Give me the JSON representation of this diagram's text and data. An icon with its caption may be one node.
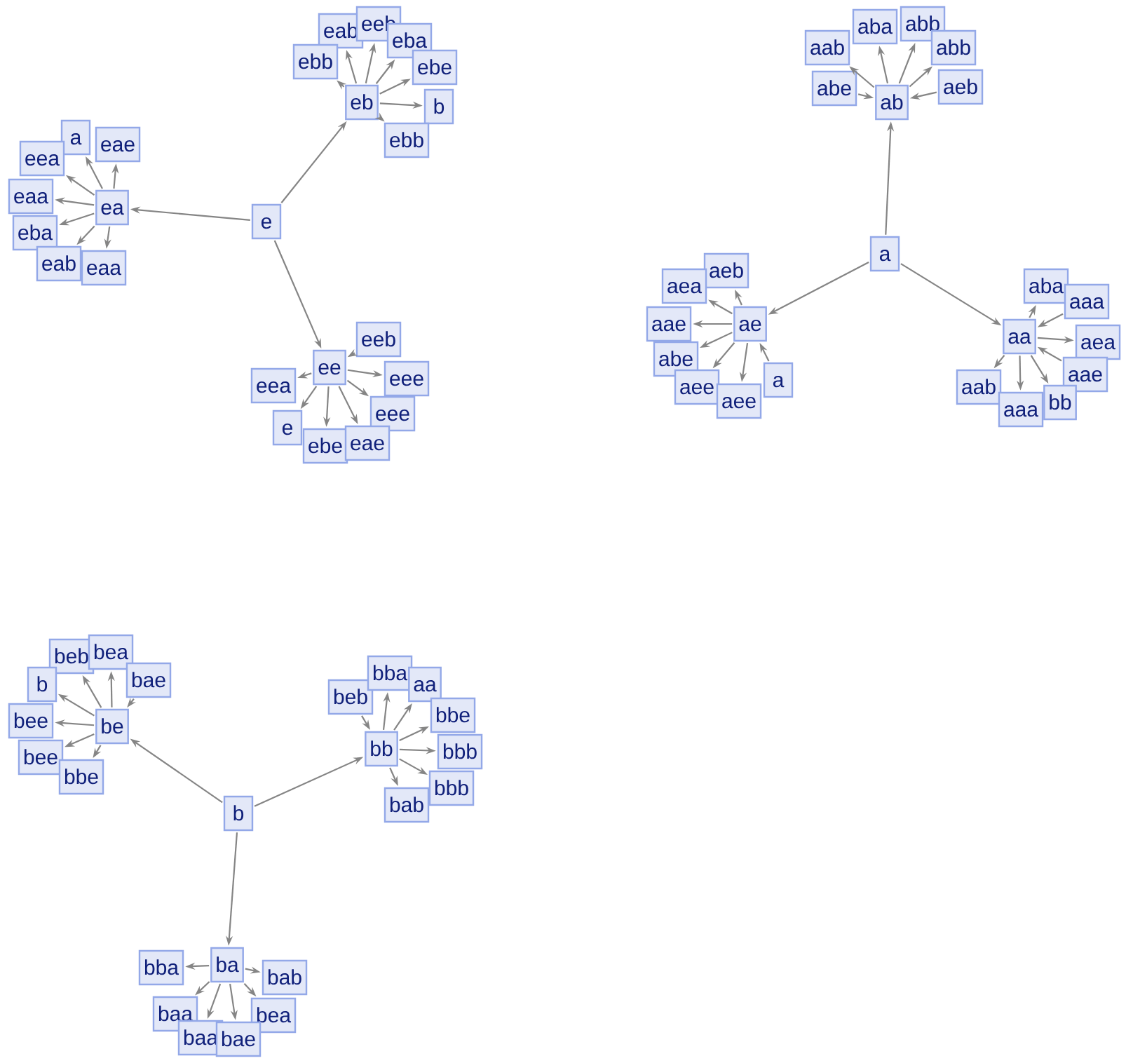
{
  "diagram": {
    "nodes": [
      {
        "text": [
          "e"
        ]
      },
      {
        "text": [
          "ea"
        ]
      },
      {
        "text": [
          "eb"
        ]
      },
      {
        "text": [
          "ee"
        ]
      },
      {
        "text": [
          "a"
        ]
      },
      {
        "text": [
          "eae"
        ]
      },
      {
        "text": [
          "eea"
        ]
      },
      {
        "text": [
          "eaa"
        ]
      },
      {
        "text": [
          "eba"
        ]
      },
      {
        "text": [
          "eab"
        ]
      },
      {
        "text": [
          "eaa"
        ]
      },
      {
        "text": [
          "eab"
        ]
      },
      {
        "text": [
          "eeb"
        ]
      },
      {
        "text": [
          "eba"
        ]
      },
      {
        "text": [
          "ebb"
        ]
      },
      {
        "text": [
          "ebe"
        ]
      },
      {
        "text": [
          "b"
        ]
      },
      {
        "text": [
          "ebb"
        ]
      },
      {
        "text": [
          "eeb"
        ]
      },
      {
        "text": [
          "eea"
        ]
      },
      {
        "text": [
          "eee"
        ]
      },
      {
        "text": [
          "eee"
        ]
      },
      {
        "text": [
          "e"
        ]
      },
      {
        "text": [
          "ebe"
        ]
      },
      {
        "text": [
          "eae"
        ]
      },
      {
        "text": [
          "a"
        ]
      },
      {
        "text": [
          "ab"
        ]
      },
      {
        "text": [
          "ae"
        ]
      },
      {
        "text": [
          "aa"
        ]
      },
      {
        "text": [
          "aba"
        ]
      },
      {
        "text": [
          "abb"
        ]
      },
      {
        "text": [
          "aab"
        ]
      },
      {
        "text": [
          "abb"
        ]
      },
      {
        "text": [
          "abe"
        ]
      },
      {
        "text": [
          "aeb"
        ]
      },
      {
        "text": [
          "aeb"
        ]
      },
      {
        "text": [
          "aea"
        ]
      },
      {
        "text": [
          "aae"
        ]
      },
      {
        "text": [
          "abe"
        ]
      },
      {
        "text": [
          "aee"
        ]
      },
      {
        "text": [
          "aee"
        ]
      },
      {
        "text": [
          "a"
        ]
      },
      {
        "text": [
          "aba"
        ]
      },
      {
        "text": [
          "aaa"
        ]
      },
      {
        "text": [
          "aea"
        ]
      },
      {
        "text": [
          "aae"
        ]
      },
      {
        "text": [
          "aab"
        ]
      },
      {
        "text": [
          "aaa"
        ]
      },
      {
        "text": [
          "bb"
        ]
      },
      {
        "text": [
          "b"
        ]
      },
      {
        "text": [
          "be"
        ]
      },
      {
        "text": [
          "bb"
        ]
      },
      {
        "text": [
          "ba"
        ]
      },
      {
        "text": [
          "beb"
        ]
      },
      {
        "text": [
          "bea"
        ]
      },
      {
        "text": [
          "b"
        ]
      },
      {
        "text": [
          "bae"
        ]
      },
      {
        "text": [
          "bee"
        ]
      },
      {
        "text": [
          "bee"
        ]
      },
      {
        "text": [
          "bbe"
        ]
      },
      {
        "text": [
          "beb"
        ]
      },
      {
        "text": [
          "bba"
        ]
      },
      {
        "text": [
          "aa"
        ]
      },
      {
        "text": [
          "bbe"
        ]
      },
      {
        "text": [
          "bbb"
        ]
      },
      {
        "text": [
          "bbb"
        ]
      },
      {
        "text": [
          "bab"
        ]
      },
      {
        "text": [
          "bba"
        ]
      },
      {
        "text": [
          "bab"
        ]
      },
      {
        "text": [
          "baa"
        ]
      },
      {
        "text": [
          "bea"
        ]
      },
      {
        "text": [
          "baa"
        ]
      },
      {
        "text": [
          "bae"
        ]
      }
    ],
    "edges": [
      {
        "from": 0,
        "to": 1,
        "arrow": "to"
      },
      {
        "from": 0,
        "to": 2,
        "arrow": "to"
      },
      {
        "from": 0,
        "to": 3,
        "arrow": "to"
      },
      {
        "from": 1,
        "to": 4,
        "arrow": "to"
      },
      {
        "from": 1,
        "to": 5,
        "arrow": "to"
      },
      {
        "from": 1,
        "to": 6,
        "arrow": "to"
      },
      {
        "from": 1,
        "to": 7,
        "arrow": "to"
      },
      {
        "from": 1,
        "to": 8,
        "arrow": "to"
      },
      {
        "from": 1,
        "to": 9,
        "arrow": "to"
      },
      {
        "from": 1,
        "to": 10,
        "arrow": "to"
      },
      {
        "from": 2,
        "to": 11,
        "arrow": "to"
      },
      {
        "from": 2,
        "to": 12,
        "arrow": "to"
      },
      {
        "from": 2,
        "to": 13,
        "arrow": "to"
      },
      {
        "from": 2,
        "to": 14,
        "arrow": "to"
      },
      {
        "from": 2,
        "to": 15,
        "arrow": "to"
      },
      {
        "from": 2,
        "to": 16,
        "arrow": "to"
      },
      {
        "from": 2,
        "to": 17,
        "arrow": "to"
      },
      {
        "from": 18,
        "to": 3,
        "arrow": "to"
      },
      {
        "from": 3,
        "to": 19,
        "arrow": "to"
      },
      {
        "from": 3,
        "to": 20,
        "arrow": "to"
      },
      {
        "from": 3,
        "to": 21,
        "arrow": "to"
      },
      {
        "from": 3,
        "to": 22,
        "arrow": "to"
      },
      {
        "from": 3,
        "to": 23,
        "arrow": "to"
      },
      {
        "from": 3,
        "to": 24,
        "arrow": "to"
      },
      {
        "from": 25,
        "to": 26,
        "arrow": "to"
      },
      {
        "from": 25,
        "to": 27,
        "arrow": "to"
      },
      {
        "from": 25,
        "to": 28,
        "arrow": "to"
      },
      {
        "from": 26,
        "to": 29,
        "arrow": "to"
      },
      {
        "from": 26,
        "to": 30,
        "arrow": "to"
      },
      {
        "from": 26,
        "to": 31,
        "arrow": "to"
      },
      {
        "from": 26,
        "to": 32,
        "arrow": "to"
      },
      {
        "from": 33,
        "to": 26,
        "arrow": "to"
      },
      {
        "from": 34,
        "to": 26,
        "arrow": "to"
      },
      {
        "from": 27,
        "to": 35,
        "arrow": "to"
      },
      {
        "from": 27,
        "to": 36,
        "arrow": "to"
      },
      {
        "from": 27,
        "to": 37,
        "arrow": "to"
      },
      {
        "from": 27,
        "to": 38,
        "arrow": "to"
      },
      {
        "from": 27,
        "to": 39,
        "arrow": "to"
      },
      {
        "from": 27,
        "to": 40,
        "arrow": "to"
      },
      {
        "from": 41,
        "to": 27,
        "arrow": "to"
      },
      {
        "from": 28,
        "to": 42,
        "arrow": "to"
      },
      {
        "from": 43,
        "to": 28,
        "arrow": "to"
      },
      {
        "from": 28,
        "to": 44,
        "arrow": "to"
      },
      {
        "from": 45,
        "to": 28,
        "arrow": "to"
      },
      {
        "from": 28,
        "to": 46,
        "arrow": "to"
      },
      {
        "from": 28,
        "to": 47,
        "arrow": "to"
      },
      {
        "from": 28,
        "to": 48,
        "arrow": "to"
      },
      {
        "from": 49,
        "to": 50,
        "arrow": "to"
      },
      {
        "from": 49,
        "to": 51,
        "arrow": "to"
      },
      {
        "from": 49,
        "to": 52,
        "arrow": "to"
      },
      {
        "from": 50,
        "to": 53,
        "arrow": "to"
      },
      {
        "from": 50,
        "to": 54,
        "arrow": "to"
      },
      {
        "from": 50,
        "to": 55,
        "arrow": "to"
      },
      {
        "from": 56,
        "to": 50,
        "arrow": "to"
      },
      {
        "from": 50,
        "to": 57,
        "arrow": "to"
      },
      {
        "from": 50,
        "to": 58,
        "arrow": "to"
      },
      {
        "from": 50,
        "to": 59,
        "arrow": "to"
      },
      {
        "from": 60,
        "to": 51,
        "arrow": "to"
      },
      {
        "from": 51,
        "to": 61,
        "arrow": "to"
      },
      {
        "from": 51,
        "to": 62,
        "arrow": "to"
      },
      {
        "from": 51,
        "to": 63,
        "arrow": "to"
      },
      {
        "from": 51,
        "to": 64,
        "arrow": "to"
      },
      {
        "from": 51,
        "to": 65,
        "arrow": "to"
      },
      {
        "from": 51,
        "to": 66,
        "arrow": "to"
      },
      {
        "from": 52,
        "to": 67,
        "arrow": "to"
      },
      {
        "from": 52,
        "to": 68,
        "arrow": "to"
      },
      {
        "from": 52,
        "to": 69,
        "arrow": "to"
      },
      {
        "from": 52,
        "to": 70,
        "arrow": "to"
      },
      {
        "from": 52,
        "to": 71,
        "arrow": "to"
      },
      {
        "from": 52,
        "to": 72,
        "arrow": "to"
      }
    ]
  }
}
